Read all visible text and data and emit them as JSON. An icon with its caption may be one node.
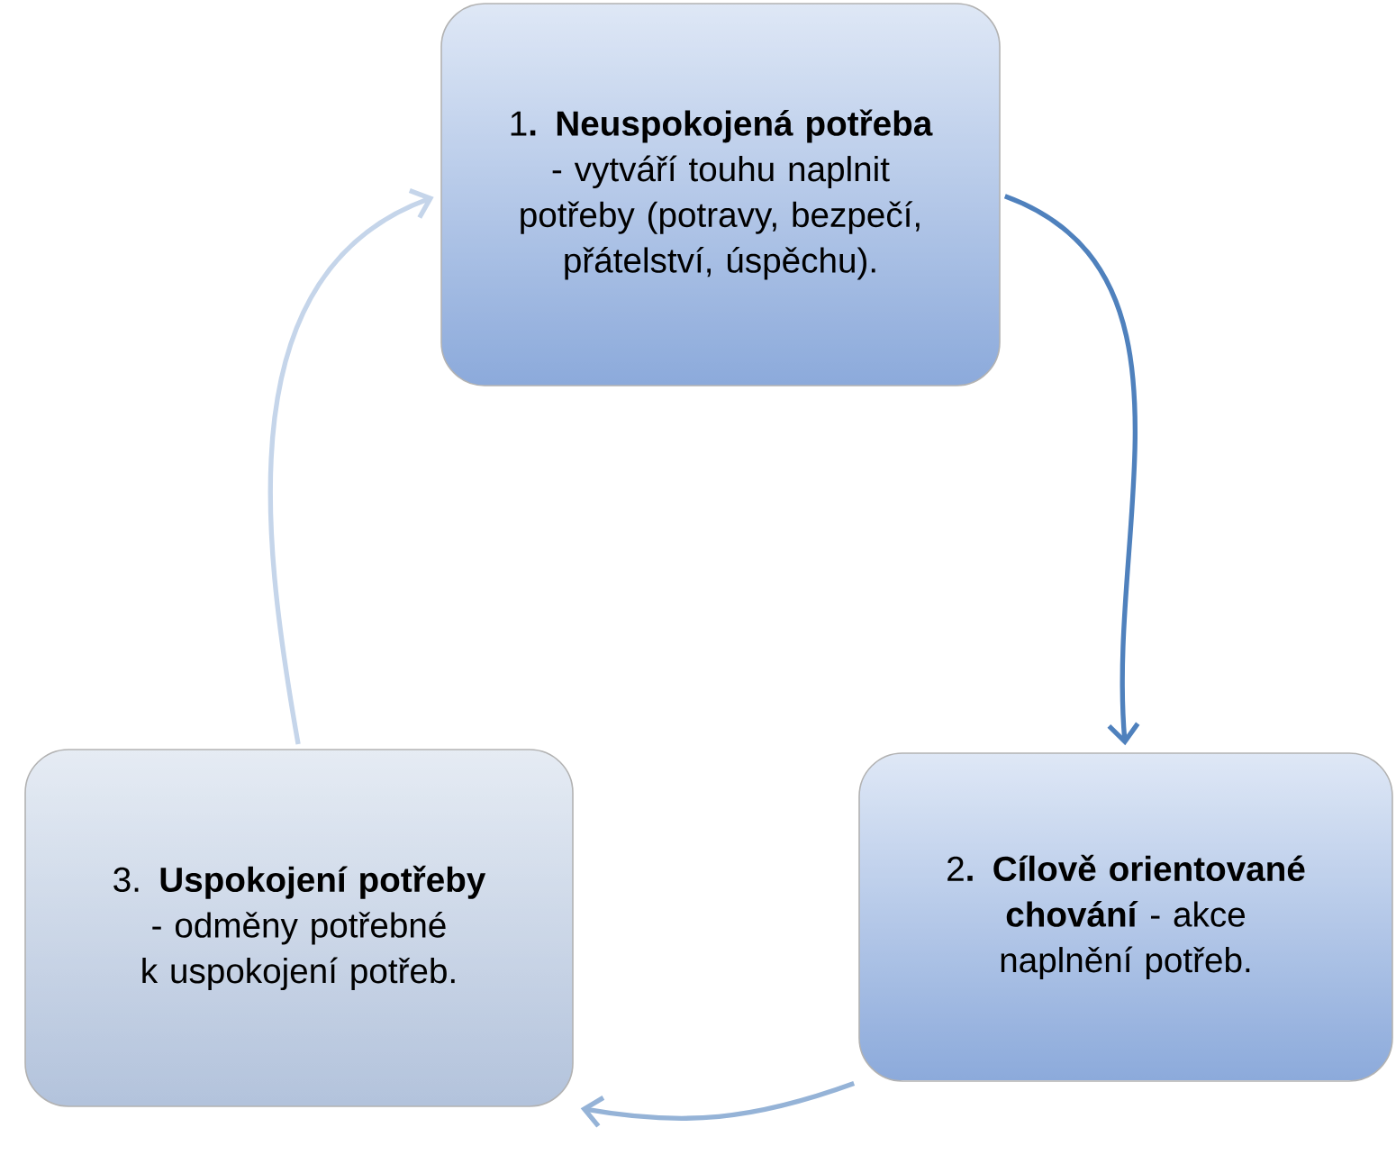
{
  "diagram": {
    "nodes": [
      {
        "text": [
          "1**. Neuspokojená potřeba** - vytváří touhu naplnit potřeby (potravy, bezpečí, přátelství, úspěchu)."
        ]
      },
      {
        "text": [
          "2**. Cílově orientované chování** - akce naplnění potřeb."
        ]
      },
      {
        "text": [
          "3. **Uspokojení potřeby** - odměny potřebné k uspokojení potřeb."
        ]
      }
    ],
    "edges": [
      {
        "from": 0,
        "to": 1,
        "arrow": "to",
        "color": "#4f81bd"
      },
      {
        "from": 1,
        "to": 2,
        "arrow": "to",
        "color": "#95b3d7"
      },
      {
        "from": 2,
        "to": 0,
        "arrow": "to",
        "color": "#c5d5ea"
      }
    ]
  }
}
